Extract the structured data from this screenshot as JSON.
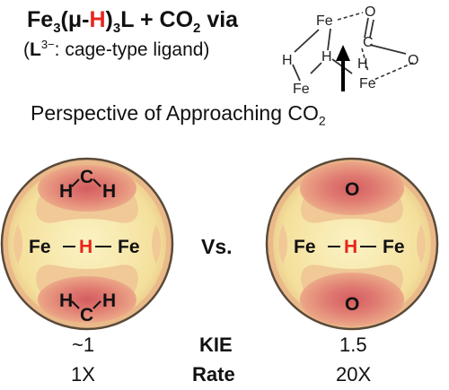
{
  "title": {
    "line1": {
      "fe": "Fe",
      "fe_sub": "3",
      "mu_open": "(μ-",
      "h": "H",
      "close": ")",
      "h_sub": "3",
      "l": "L",
      "co": " + CO",
      "co_sub": "2",
      "via": " via"
    },
    "line2": {
      "open": "(",
      "l": "L",
      "l_sup": "3−",
      "rest": ": cage-type ligand)"
    }
  },
  "mechanism": {
    "fe_top": "Fe",
    "fe_left": "Fe",
    "fe_right": "Fe",
    "h_left": "H",
    "h_mid": "H",
    "h_right": "H",
    "c": "C",
    "o_top": "O",
    "o_right": "O"
  },
  "perspective": {
    "text": "Perspective of Approaching CO",
    "sub": "2"
  },
  "left_map": {
    "top_group": {
      "h1": "H",
      "c": "C",
      "h2": "H"
    },
    "center": {
      "fe1": "Fe",
      "h": "H",
      "fe2": "Fe"
    },
    "bottom_group": {
      "h1": "H",
      "c": "C",
      "h2": "H"
    }
  },
  "vs": "Vs.",
  "right_map": {
    "top_group": {
      "o": "O"
    },
    "center": {
      "fe1": "Fe",
      "h": "H",
      "fe2": "Fe"
    },
    "bottom_group": {
      "o": "O"
    }
  },
  "comparison": {
    "kie": {
      "label": "KIE",
      "left": "~1",
      "right": "1.5"
    },
    "rate": {
      "label": "Rate",
      "left": "1X",
      "right": "20X"
    }
  },
  "colors": {
    "hydride": "#e8251c",
    "disc_fill": "#f6e8a4",
    "lobe_fill": "#e88a7c",
    "lobe_core": "#d96a68"
  }
}
